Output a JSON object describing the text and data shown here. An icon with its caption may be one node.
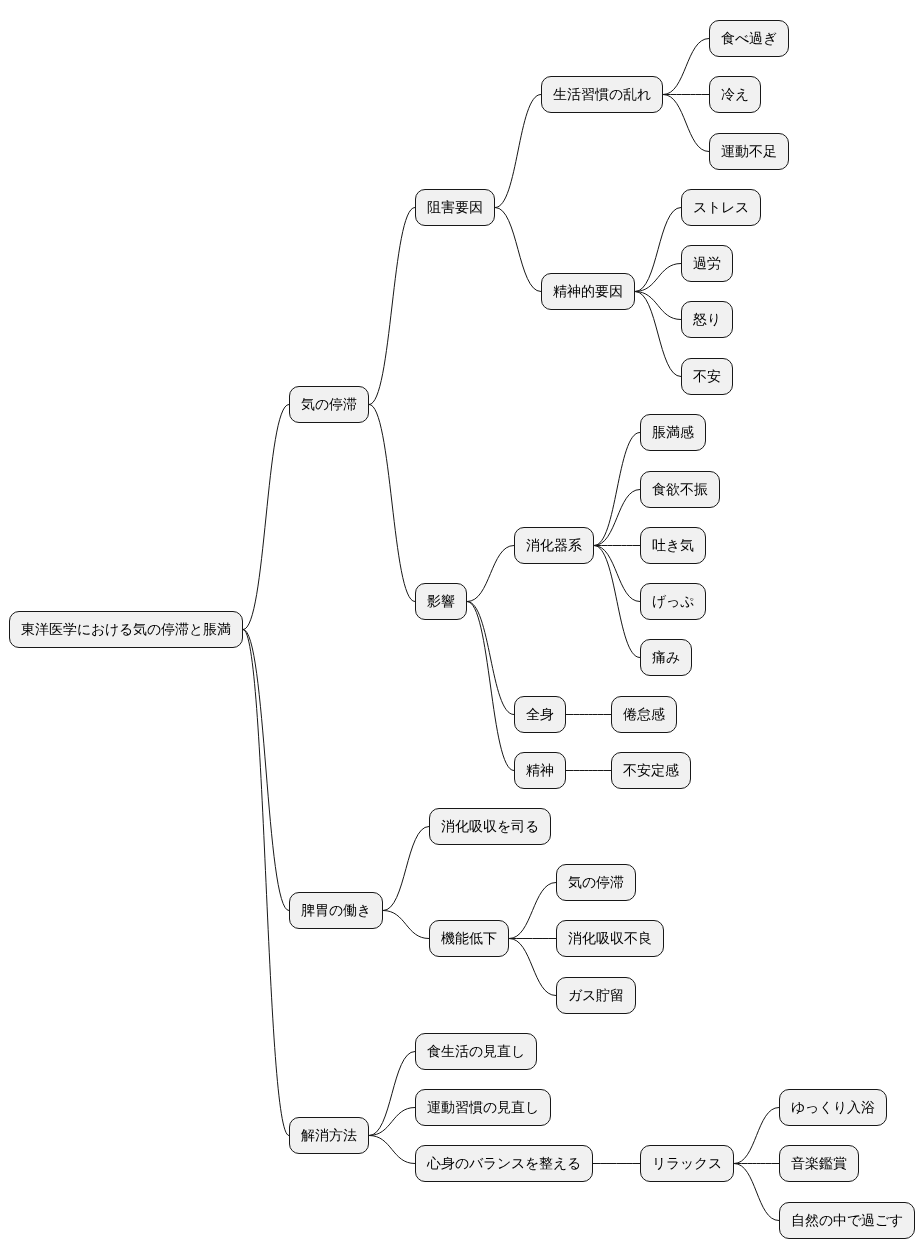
{
  "diagram": {
    "nodes": [
      {
        "text": [
          "東洋医学における気の停滞と脹満"
        ]
      },
      {
        "text": [
          "気の停滞"
        ]
      },
      {
        "text": [
          "阻害要因"
        ]
      },
      {
        "text": [
          "生活習慣の乱れ"
        ]
      },
      {
        "text": [
          "食べ過ぎ"
        ]
      },
      {
        "text": [
          "冷え"
        ]
      },
      {
        "text": [
          "運動不足"
        ]
      },
      {
        "text": [
          "精神的要因"
        ]
      },
      {
        "text": [
          "ストレス"
        ]
      },
      {
        "text": [
          "過労"
        ]
      },
      {
        "text": [
          "怒り"
        ]
      },
      {
        "text": [
          "不安"
        ]
      },
      {
        "text": [
          "影響"
        ]
      },
      {
        "text": [
          "消化器系"
        ]
      },
      {
        "text": [
          "脹満感"
        ]
      },
      {
        "text": [
          "食欲不振"
        ]
      },
      {
        "text": [
          "吐き気"
        ]
      },
      {
        "text": [
          "げっぷ"
        ]
      },
      {
        "text": [
          "痛み"
        ]
      },
      {
        "text": [
          "全身"
        ]
      },
      {
        "text": [
          "倦怠感"
        ]
      },
      {
        "text": [
          "精神"
        ]
      },
      {
        "text": [
          "不安定感"
        ]
      },
      {
        "text": [
          "脾胃の働き"
        ]
      },
      {
        "text": [
          "消化吸収を司る"
        ]
      },
      {
        "text": [
          "機能低下"
        ]
      },
      {
        "text": [
          "気の停滞"
        ]
      },
      {
        "text": [
          "消化吸収不良"
        ]
      },
      {
        "text": [
          "ガス貯留"
        ]
      },
      {
        "text": [
          "解消方法"
        ]
      },
      {
        "text": [
          "食生活の見直し"
        ]
      },
      {
        "text": [
          "運動習慣の見直し"
        ]
      },
      {
        "text": [
          "心身のバランスを整える"
        ]
      },
      {
        "text": [
          "リラックス"
        ]
      },
      {
        "text": [
          "ゆっくり入浴"
        ]
      },
      {
        "text": [
          "音楽鑑賞"
        ]
      },
      {
        "text": [
          "自然の中で過ごす"
        ]
      }
    ],
    "edges": [
      {
        "from": 0,
        "to": 1,
        "arrow": "none"
      },
      {
        "from": 1,
        "to": 2,
        "arrow": "none"
      },
      {
        "from": 2,
        "to": 3,
        "arrow": "none"
      },
      {
        "from": 3,
        "to": 4,
        "arrow": "none"
      },
      {
        "from": 3,
        "to": 5,
        "arrow": "none"
      },
      {
        "from": 3,
        "to": 6,
        "arrow": "none"
      },
      {
        "from": 2,
        "to": 7,
        "arrow": "none"
      },
      {
        "from": 7,
        "to": 8,
        "arrow": "none"
      },
      {
        "from": 7,
        "to": 9,
        "arrow": "none"
      },
      {
        "from": 7,
        "to": 10,
        "arrow": "none"
      },
      {
        "from": 7,
        "to": 11,
        "arrow": "none"
      },
      {
        "from": 1,
        "to": 12,
        "arrow": "none"
      },
      {
        "from": 12,
        "to": 13,
        "arrow": "none"
      },
      {
        "from": 13,
        "to": 14,
        "arrow": "none"
      },
      {
        "from": 13,
        "to": 15,
        "arrow": "none"
      },
      {
        "from": 13,
        "to": 16,
        "arrow": "none"
      },
      {
        "from": 13,
        "to": 17,
        "arrow": "none"
      },
      {
        "from": 13,
        "to": 18,
        "arrow": "none"
      },
      {
        "from": 12,
        "to": 19,
        "arrow": "none"
      },
      {
        "from": 19,
        "to": 20,
        "arrow": "none"
      },
      {
        "from": 12,
        "to": 21,
        "arrow": "none"
      },
      {
        "from": 21,
        "to": 22,
        "arrow": "none"
      },
      {
        "from": 0,
        "to": 23,
        "arrow": "none"
      },
      {
        "from": 23,
        "to": 24,
        "arrow": "none"
      },
      {
        "from": 23,
        "to": 25,
        "arrow": "none"
      },
      {
        "from": 25,
        "to": 26,
        "arrow": "none"
      },
      {
        "from": 25,
        "to": 27,
        "arrow": "none"
      },
      {
        "from": 25,
        "to": 28,
        "arrow": "none"
      },
      {
        "from": 0,
        "to": 29,
        "arrow": "none"
      },
      {
        "from": 29,
        "to": 30,
        "arrow": "none"
      },
      {
        "from": 29,
        "to": 31,
        "arrow": "none"
      },
      {
        "from": 29,
        "to": 32,
        "arrow": "none"
      },
      {
        "from": 32,
        "to": 33,
        "arrow": "none"
      },
      {
        "from": 33,
        "to": 34,
        "arrow": "none"
      },
      {
        "from": 33,
        "to": 35,
        "arrow": "none"
      },
      {
        "from": 33,
        "to": 36,
        "arrow": "none"
      }
    ]
  }
}
